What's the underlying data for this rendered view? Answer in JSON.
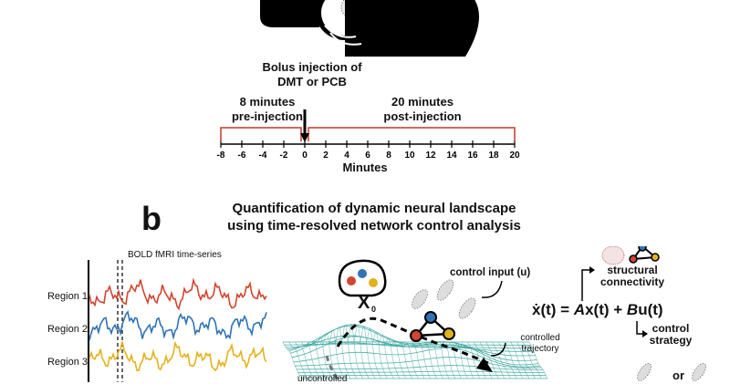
{
  "panel_a": {
    "bolus_line1": "Bolus injection of",
    "bolus_line2": "DMT or PCB",
    "pre_line1": "8 minutes",
    "pre_line2": "pre-injection",
    "post_line1": "20 minutes",
    "post_line2": "post-injection",
    "ticks": [
      "-8",
      "-6",
      "-4",
      "-2",
      "0",
      "2",
      "4",
      "6",
      "8",
      "10",
      "12",
      "14",
      "16",
      "18",
      "20"
    ],
    "axis_title": "Minutes",
    "colors": {
      "timeline": "#c0392b",
      "arrow": "#000000"
    }
  },
  "panel_b": {
    "letter": "b",
    "title_line1": "Quantification of dynamic neural landscape",
    "title_line2": "using time-resolved network control analysis",
    "bold_label": "BOLD fMRI time-series",
    "regions": [
      {
        "label": "Region 1",
        "color": "#d2452e"
      },
      {
        "label": "Region 2",
        "color": "#2f74b5"
      },
      {
        "label": "Region 3",
        "color": "#e3b21c"
      }
    ],
    "control_input": "control input (u)",
    "controlled_line1": "controlled",
    "controlled_line2": "trajectory",
    "uncontrolled": "uncontrolled",
    "x0_main": "X",
    "x0_sub": "0",
    "equation": {
      "lhs": "ẋ(t) = ",
      "A": "A",
      "mid": "x(t) + ",
      "B": "B",
      "rhs": "u(t)"
    },
    "sc_line1": "structural",
    "sc_line2": "connectivity",
    "cs_line1": "control",
    "cs_line2": "strategy",
    "or_text": "or",
    "colors": {
      "landscape": "#3ba6a0",
      "node_red": "#d2452e",
      "node_blue": "#2f74b5",
      "node_yellow": "#e3b21c"
    }
  }
}
